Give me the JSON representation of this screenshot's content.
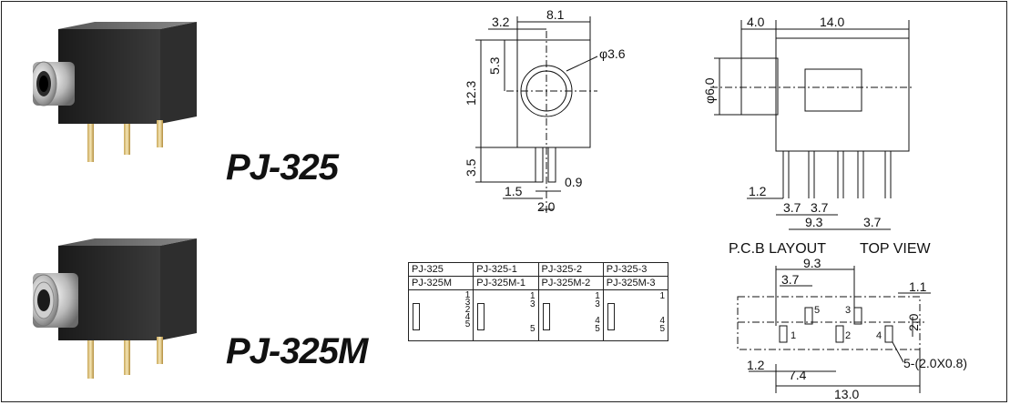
{
  "models": {
    "top_label": "PJ-325",
    "bottom_label": "PJ-325M"
  },
  "front_view": {
    "dim_width": "8.1",
    "dim_offset": "3.2",
    "dim_hole": "φ3.6",
    "dim_hole_height": "5.3",
    "dim_height": "12.3",
    "dim_pin_length": "3.5",
    "dim_pin_offset": "1.5",
    "dim_pin_width": "0.9",
    "dim_pin_pitch": "2.0"
  },
  "side_view": {
    "dim_nose": "4.0",
    "dim_body": "14.0",
    "dim_diameter": "φ6.0",
    "dim_first_pin": "1.2",
    "dim_pitch_a": "3.7",
    "dim_pitch_b": "3.7",
    "dim_span": "9.3",
    "dim_last_pitch": "3.7"
  },
  "pcb": {
    "label_left": "P.C.B LAYOUT",
    "label_right": "TOP VIEW",
    "dim_span": "9.3",
    "dim_pitch": "3.7",
    "dim_slot": "1.1",
    "dim_vertical": "2.0",
    "dim_first": "1.2",
    "dim_second": "7.4",
    "dim_total": "13.0",
    "pad_note": "5-(2.0X0.8)",
    "pin_numbers": [
      "1",
      "2",
      "3",
      "4",
      "5"
    ]
  },
  "variants_table": {
    "row1": [
      "PJ-325",
      "PJ-325-1",
      "PJ-325-2",
      "PJ-325-3"
    ],
    "row2": [
      "PJ-325M",
      "PJ-325M-1",
      "PJ-325M-2",
      "PJ-325M-3"
    ],
    "schematic_pins": [
      [
        "1",
        "3",
        "2",
        "4",
        "5"
      ],
      [
        "1",
        "3",
        "5"
      ],
      [
        "1",
        "3",
        "4",
        "5"
      ],
      [
        "1",
        "4",
        "5"
      ]
    ]
  }
}
